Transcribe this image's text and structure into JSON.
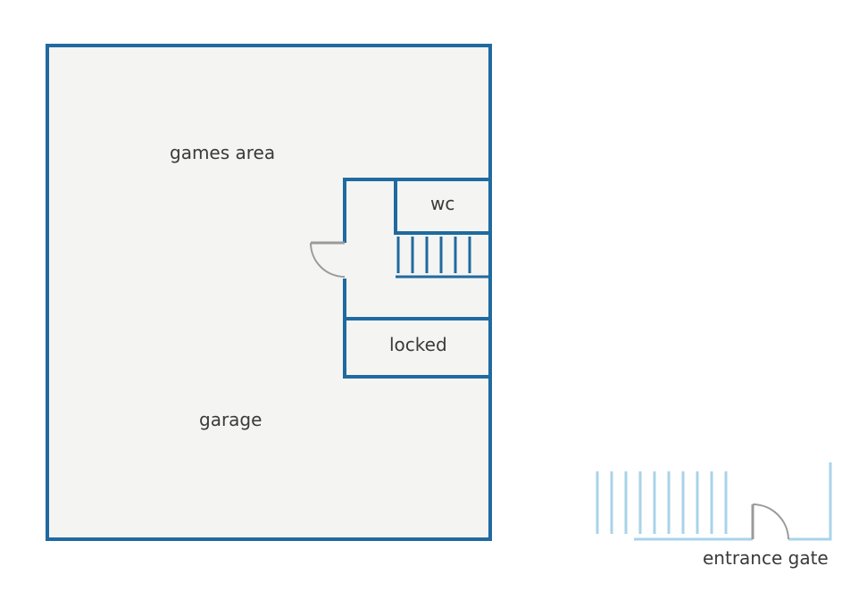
{
  "labels": {
    "games_area": "games area",
    "wc": "wc",
    "locked": "locked",
    "garage": "garage",
    "entrance_gate": "entrance gate"
  },
  "colors": {
    "wall": "#1f6aa0",
    "floor": "#f4f4f2",
    "door": "#9a9a9a",
    "outdoor": "#a9d3ea",
    "text": "#3a3a3a"
  }
}
